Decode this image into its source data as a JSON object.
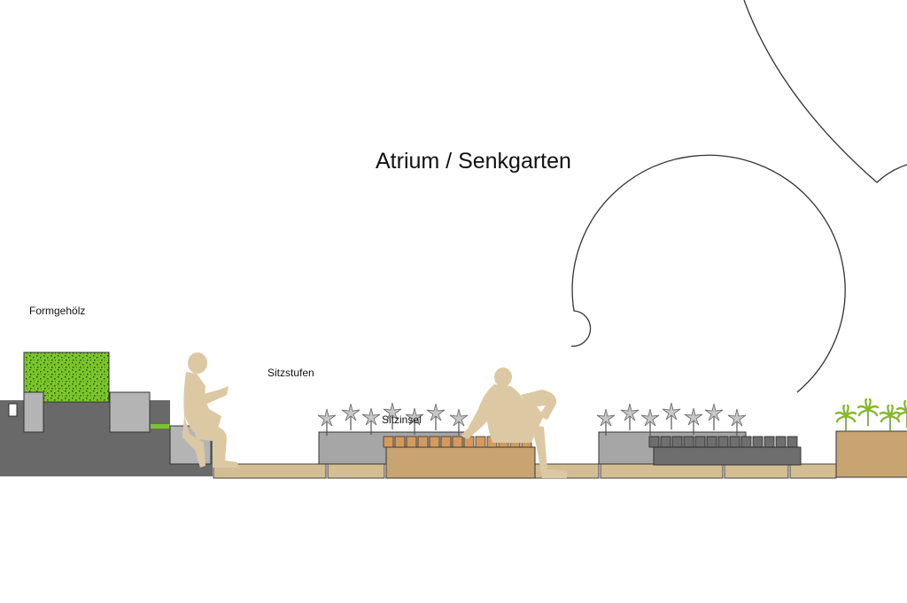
{
  "title": "Atrium / Senkgarten",
  "labels": {
    "formgehoelz": "Formgehölz",
    "sitzstufen": "Sitzstufen",
    "sitzinsel": "Sitzinsel"
  },
  "colors": {
    "terrain_dark": "#696969",
    "wall_light": "#b4b4b4",
    "planter_grey": "#a6a6a6",
    "paving_tan": "#d3bd93",
    "wood_block": "#c8a570",
    "wood_slats": "#d49a5c",
    "dark_slats": "#6e6e6e",
    "figure": "#dcc9a4",
    "hedge_green": "#7ac62a",
    "plant_green": "#a6cf3a",
    "outline": "#333333"
  },
  "icons": {
    "figure_left": "seated-reading-person",
    "figure_right": "reclining-person",
    "flowers": "star-flower-icon",
    "palms": "palm-plant-icon"
  }
}
